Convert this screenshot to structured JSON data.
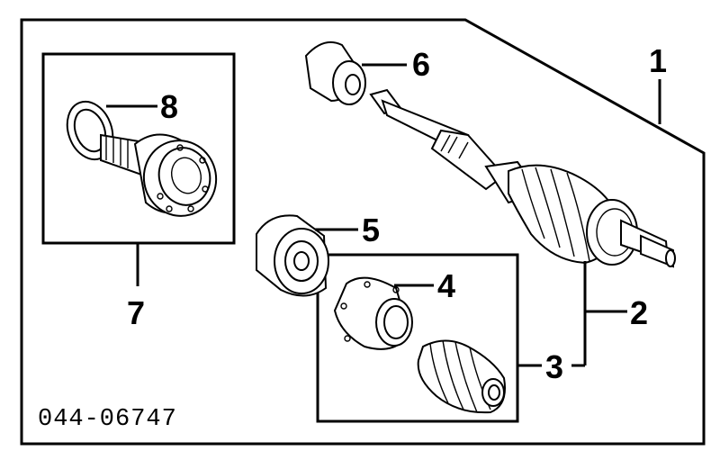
{
  "diagram": {
    "part_number": "044-06747",
    "callouts": [
      {
        "id": "1",
        "label": "1"
      },
      {
        "id": "2",
        "label": "2"
      },
      {
        "id": "3",
        "label": "3"
      },
      {
        "id": "4",
        "label": "4"
      },
      {
        "id": "5",
        "label": "5"
      },
      {
        "id": "6",
        "label": "6"
      },
      {
        "id": "7",
        "label": "7"
      },
      {
        "id": "8",
        "label": "8"
      }
    ],
    "colors": {
      "line": "#000000",
      "background": "#ffffff"
    }
  }
}
